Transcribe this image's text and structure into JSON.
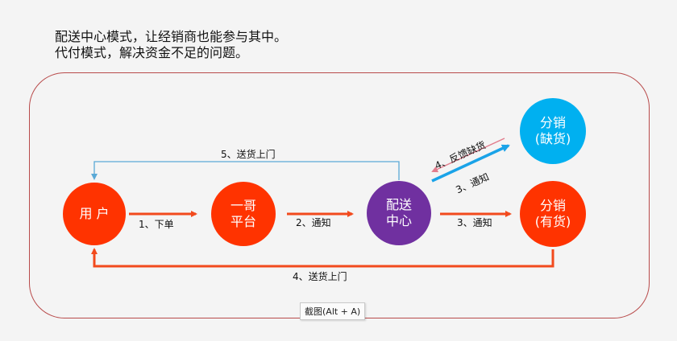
{
  "header": {
    "line1": "配送中心模式，让经销商也能参与其中。",
    "line2": "代付模式，解决资金不足的问题。"
  },
  "nodes": {
    "user": {
      "label": "用 户",
      "color": "#ff3300"
    },
    "platform": {
      "line1": "一哥",
      "line2": "平台",
      "color": "#ff3300"
    },
    "center": {
      "line1": "配送",
      "line2": "中心",
      "color": "#7030a0"
    },
    "dist_out": {
      "line1": "分销",
      "line2": "(缺货)",
      "color": "#00b0f0"
    },
    "dist_in": {
      "line1": "分销",
      "line2": "(有货)",
      "color": "#ff3300"
    }
  },
  "edges": {
    "order": "1、下单",
    "notify2": "2、通知",
    "notify3": "3、通知",
    "deliver4": "4、送货上门",
    "deliver5": "5、送货上门",
    "feedback": "4、反馈缺货",
    "notify3_diag": "3、通知"
  },
  "colors": {
    "orange_arrow": "#f24a1d",
    "blue_arrow": "#1aa3e8",
    "pink_arrow": "#e27c8c",
    "thin_blue": "#5aa9d6"
  },
  "tooltip": {
    "text": "截图(Alt + A)"
  }
}
